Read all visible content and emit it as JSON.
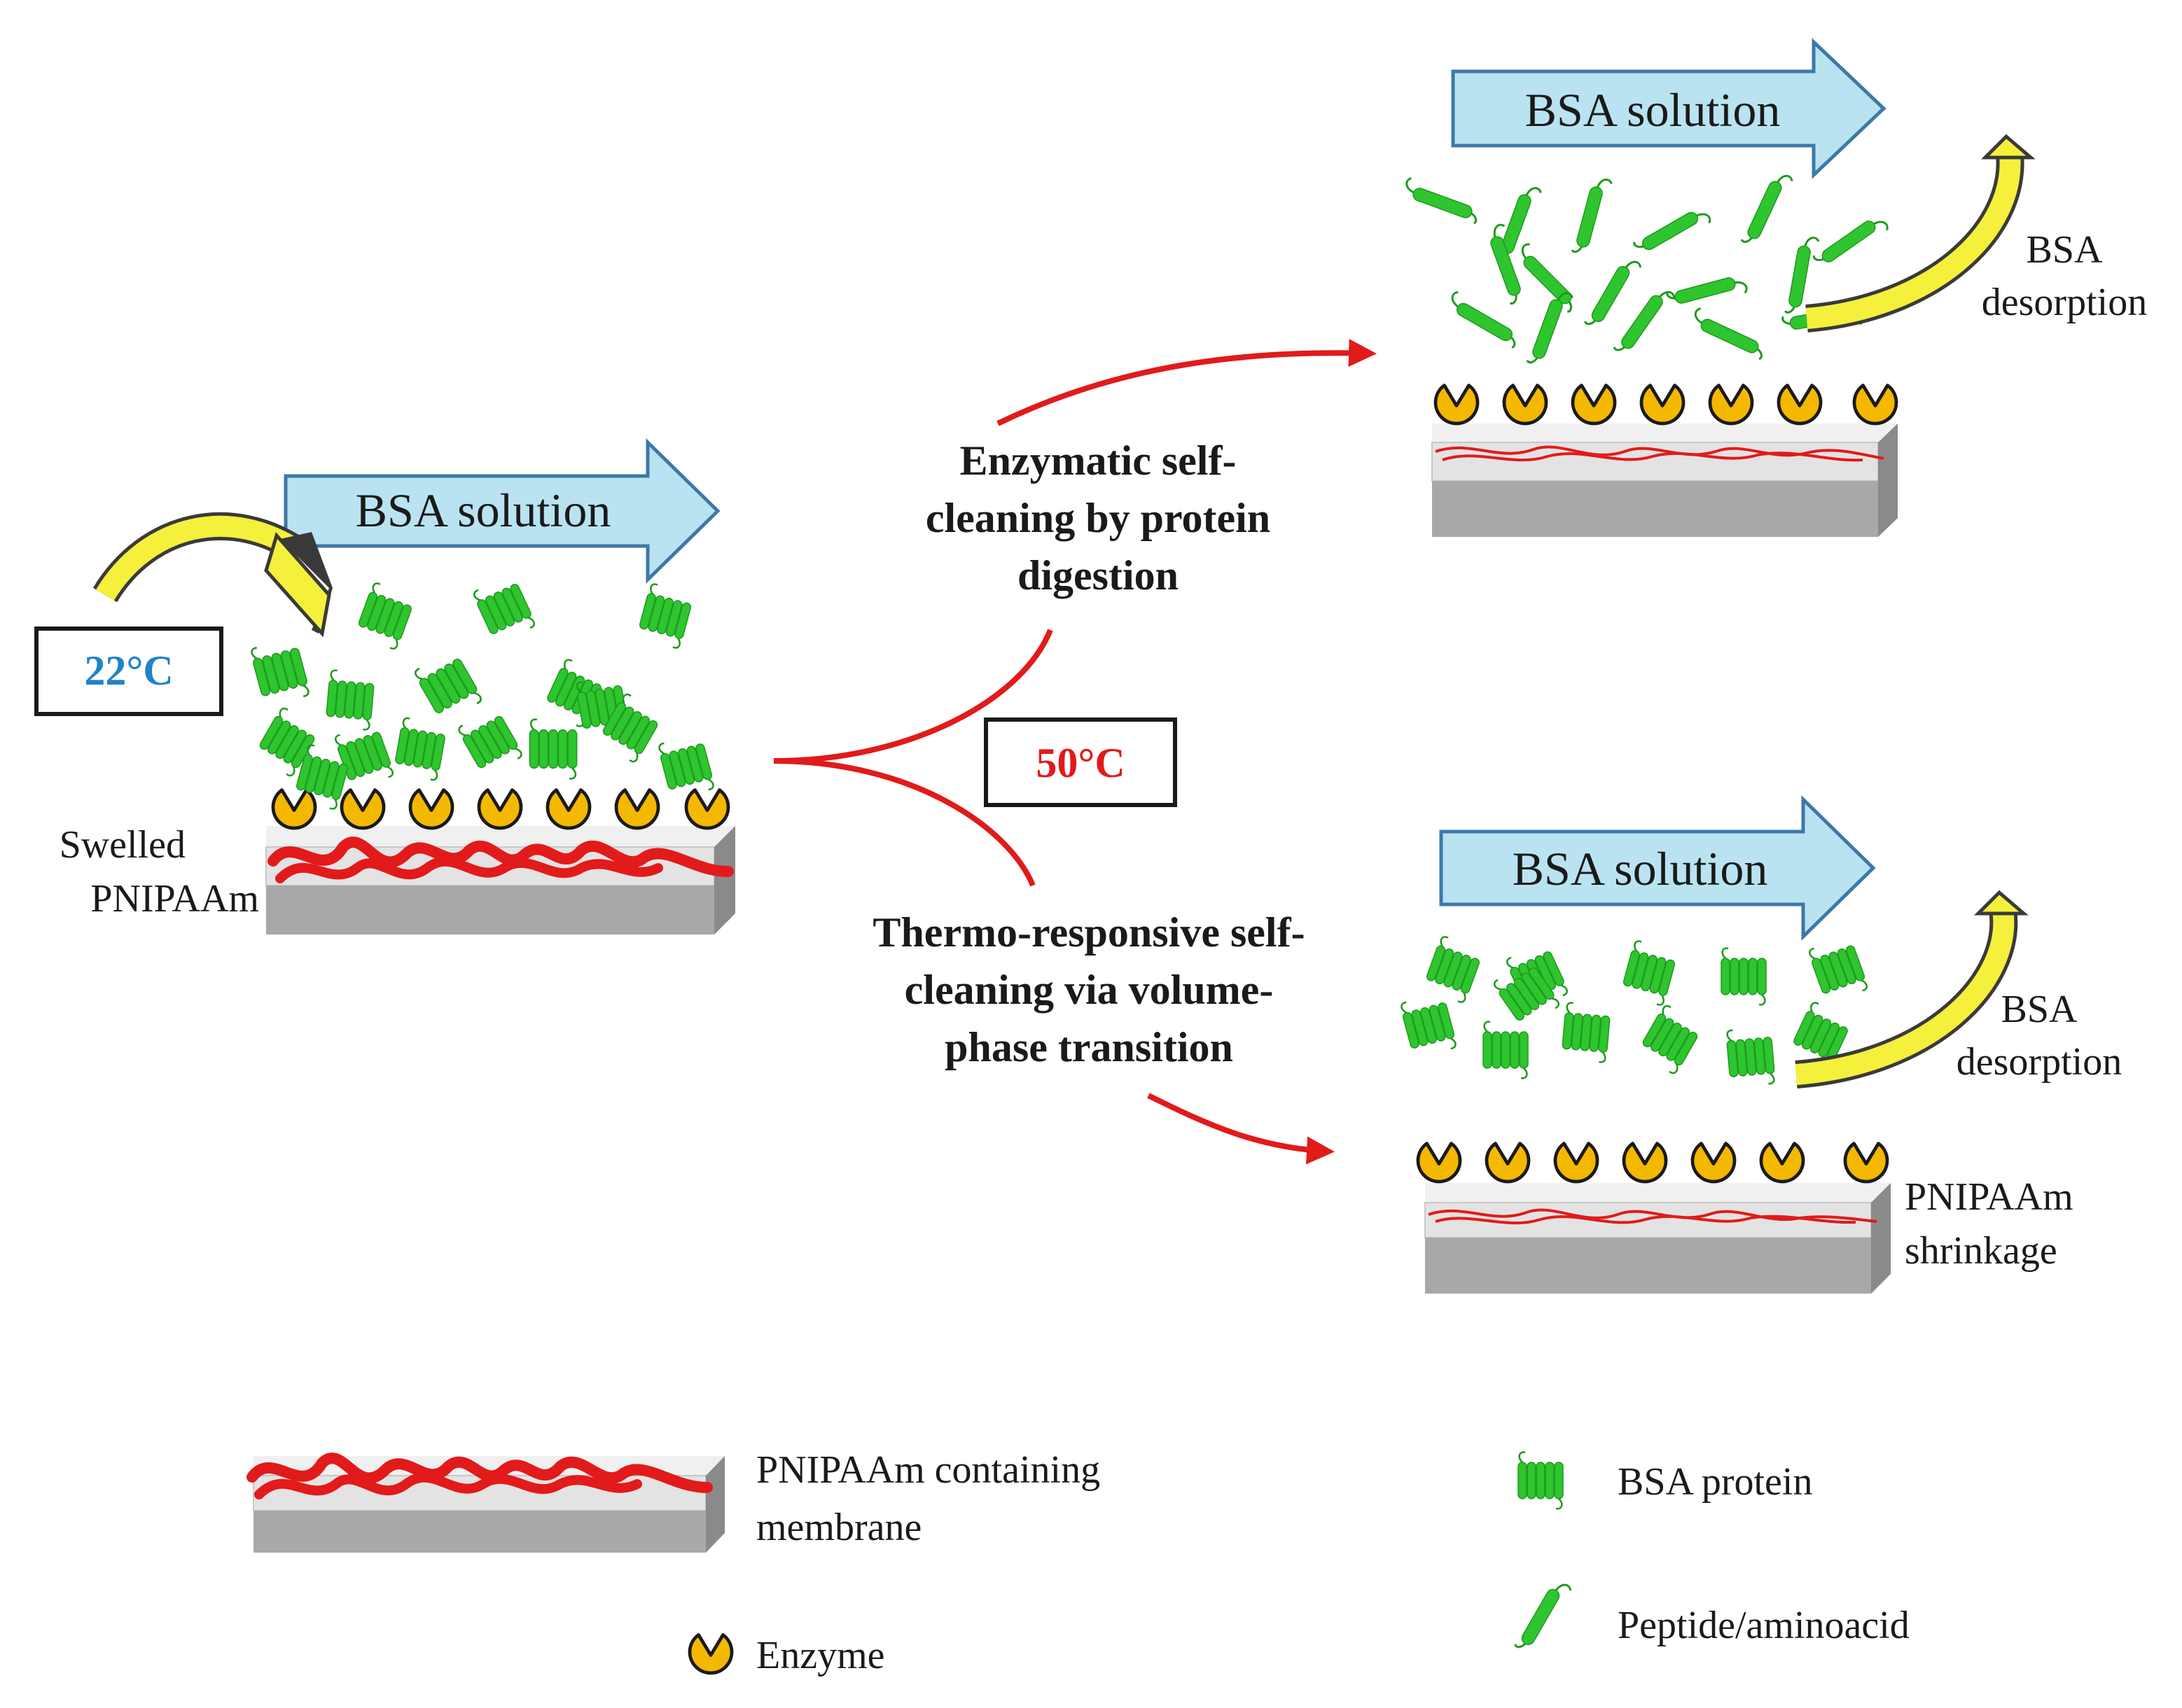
{
  "colors": {
    "bsa_arrow_fill": "#b9e3f1",
    "bsa_arrow_stroke": "#3e78a8",
    "protein_green": "#2ec52e",
    "protein_dark": "#1e9a1e",
    "enzyme_fill": "#f5b800",
    "enzyme_stroke": "#1a1a1a",
    "pnipaam_red": "#e21a1a",
    "membrane_light": "#e6e6e6",
    "membrane_dark": "#bdbdbd",
    "membrane_side": "#8f8f8f",
    "pathway_red": "#e21a1a",
    "temp_low_color": "#1f83c8",
    "temp_high_color": "#e21a1a",
    "curved_arrow_yellow": "#f5f03c"
  },
  "left_panel": {
    "bsa_arrow_label": "BSA solution",
    "temp_label": "22°C",
    "membrane_label_line1": "Swelled",
    "membrane_label_line2": "PNIPAAm"
  },
  "center": {
    "temp_label": "50°C",
    "upper_pathway": {
      "line1": "Enzymatic self-",
      "line2": "cleaning by protein",
      "line3": "digestion"
    },
    "lower_pathway": {
      "line1": "Thermo-responsive self-",
      "line2": "cleaning via volume-",
      "line3": "phase transition"
    }
  },
  "top_right_panel": {
    "bsa_arrow_label": "BSA solution",
    "desorption_line1": "BSA",
    "desorption_line2": "desorption"
  },
  "bottom_right_panel": {
    "bsa_arrow_label": "BSA solution",
    "desorption_line1": "BSA",
    "desorption_line2": "desorption",
    "membrane_label_line1": "PNIPAAm",
    "membrane_label_line2": "shrinkage"
  },
  "legend": {
    "membrane_line1": "PNIPAAm containing",
    "membrane_line2": "membrane",
    "enzyme": "Enzyme",
    "bsa_protein": "BSA protein",
    "peptide": "Peptide/aminoacid"
  }
}
